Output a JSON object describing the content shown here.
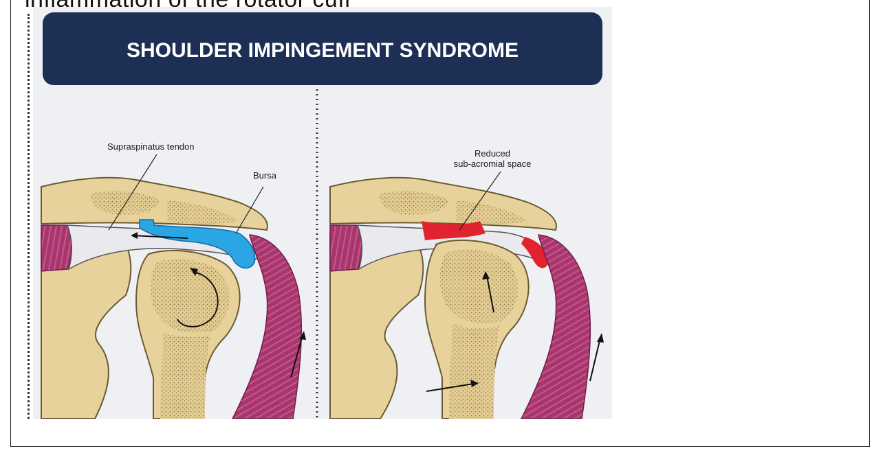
{
  "header": {
    "text": "inflammation of the rotator cuff"
  },
  "diagram": {
    "title": "SHOULDER IMPINGEMENT SYNDROME",
    "left_panel": {
      "label_tendon": "Supraspinatus tendon",
      "label_bursa": "Bursa"
    },
    "right_panel": {
      "label_space_line1": "Reduced",
      "label_space_line2": "sub-acromial space"
    },
    "colors": {
      "banner": "#1e2f55",
      "bone": "#e8d29c",
      "bone_spongy": "#d9c38a",
      "muscle": "#a8356e",
      "bursa": "#29a6e3",
      "inflamed": "#e0232e",
      "tendon": "#e9e9ee"
    }
  }
}
